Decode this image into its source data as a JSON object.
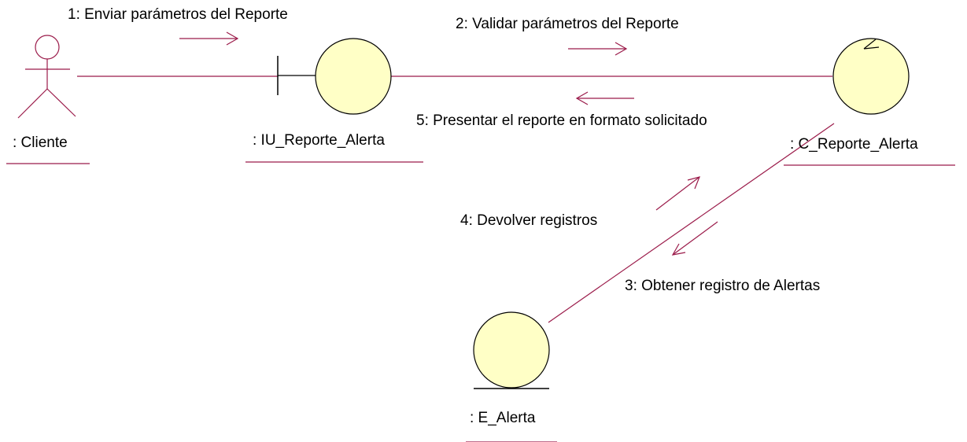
{
  "diagram": {
    "actor": {
      "label": ": Cliente"
    },
    "boundary": {
      "label": ": IU_Reporte_Alerta"
    },
    "control": {
      "label": ": C_Reporte_Alerta"
    },
    "entity": {
      "label": ": E_Alerta"
    },
    "messages": [
      {
        "label": "1: Enviar parámetros del Reporte"
      },
      {
        "label": "2: Validar parámetros del Reporte"
      },
      {
        "label": "3: Obtener registro de Alertas"
      },
      {
        "label": "4: Devolver registros"
      },
      {
        "label": "5: Presentar el reporte en formato solicitado"
      }
    ],
    "colors": {
      "line": "#9b1b4a",
      "fill": "#ffffc6",
      "outline": "#000000"
    }
  }
}
